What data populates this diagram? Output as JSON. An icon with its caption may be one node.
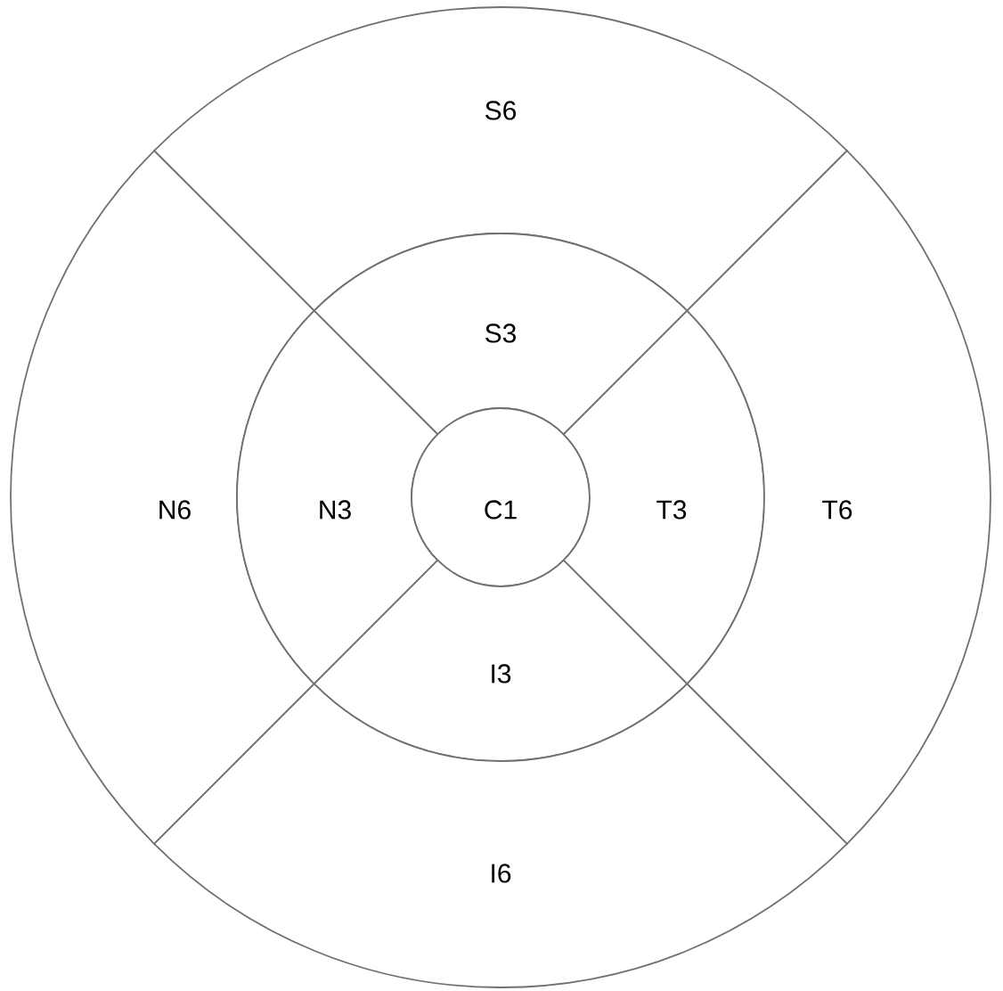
{
  "diagram": {
    "nodes": [
      {
        "text": [
          "S6"
        ]
      },
      {
        "text": [
          "S3"
        ]
      },
      {
        "text": [
          "N6"
        ]
      },
      {
        "text": [
          "N3"
        ]
      },
      {
        "text": [
          "C1"
        ]
      },
      {
        "text": [
          "T3"
        ]
      },
      {
        "text": [
          "T6"
        ]
      },
      {
        "text": [
          "I3"
        ]
      },
      {
        "text": [
          "I6"
        ]
      }
    ]
  }
}
